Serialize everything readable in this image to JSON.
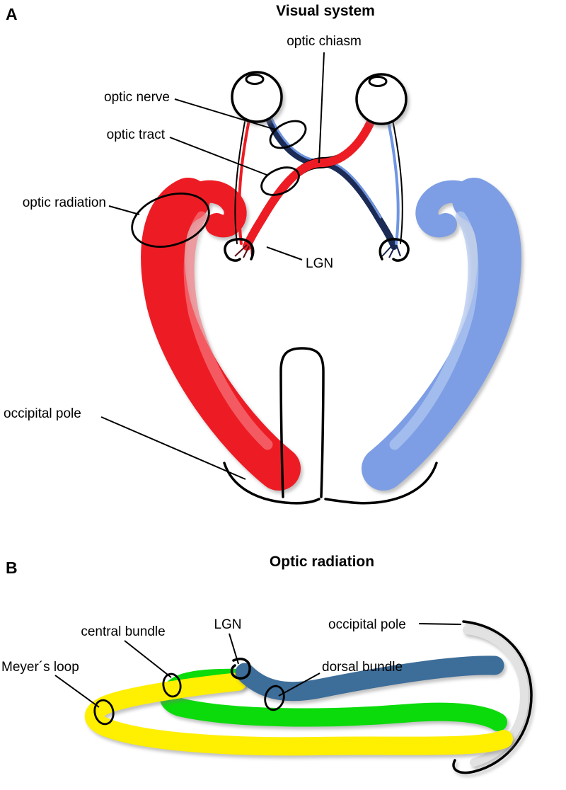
{
  "panelA": {
    "label": "A",
    "title": "Visual system",
    "labels": {
      "optic_chiasm": "optic chiasm",
      "optic_nerve": "optic nerve",
      "optic_tract": "optic tract",
      "optic_radiation": "optic radiation",
      "lgn": "LGN",
      "occipital_pole": "occipital pole"
    }
  },
  "panelB": {
    "label": "B",
    "title": "Optic radiation",
    "labels": {
      "central_bundle": "central bundle",
      "lgn": "LGN",
      "occipital_pole": "occipital pole",
      "dorsal_bundle": "dorsal bundle",
      "meyers_loop": "Meyer´s loop"
    }
  },
  "colors": {
    "left_radiation": "#ed1c24",
    "left_radiation_highlight": "#f87d82",
    "right_radiation": "#7d9ee4",
    "right_radiation_highlight": "#b3c9f2",
    "crossed_left_eye_fiber": "#1b2b55",
    "crossed_fiber_accent": "#6e93de",
    "uncrossed_blue_fiber": "#6f96e2",
    "meyers_loop_bundle": "#ffef00",
    "central_bundle": "#0bdb0b",
    "dorsal_bundle": "#3d6d99",
    "outline": "#000000"
  }
}
